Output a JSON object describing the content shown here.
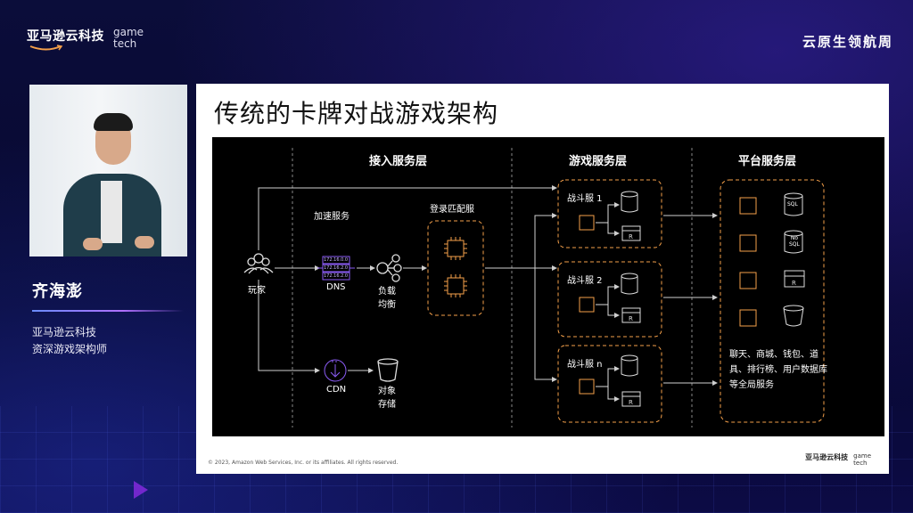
{
  "brand": {
    "name": "亚马逊云科技",
    "sub_line1": "game",
    "sub_line2": "tech"
  },
  "event": {
    "title": "云原生领航周"
  },
  "speaker": {
    "name": "齐海澎",
    "org": "亚马逊云科技",
    "role": "资深游戏架构师"
  },
  "slide": {
    "title": "传统的卡牌对战游戏架构",
    "footer_copyright": "© 2023, Amazon Web Services, Inc. or its affiliates. All rights reserved.",
    "footer_brand": {
      "name": "亚马逊云科技",
      "sub_line1": "game",
      "sub_line2": "tech"
    }
  },
  "diagram": {
    "tiers": {
      "access": "接入服务层",
      "game": "游戏服务层",
      "platform": "平台服务层"
    },
    "player_label": "玩家",
    "accel_label": "加速服务",
    "dns_label": "DNS",
    "dns_rows": [
      "172.16.0.0",
      "172.16.2.0",
      "172.16.2.0"
    ],
    "lb_label_1": "负载",
    "lb_label_2": "均衡",
    "login_label": "登录匹配服",
    "cdn_label": "CDN",
    "storage_label_1": "对象",
    "storage_label_2": "存储",
    "battle_servers": [
      "战斗服 1",
      "战斗服 2",
      "战斗服 n"
    ],
    "db_sql": "SQL",
    "db_nosql_1": "No",
    "db_nosql_2": "SQL",
    "platform_desc": "聊天、商城、钱包、道具、排行榜、用户数据库等全局服务",
    "colors": {
      "accent": "#f5a04a",
      "line": "#cfcfcf",
      "purple": "#8b5cf6",
      "bg": "#000000"
    }
  }
}
